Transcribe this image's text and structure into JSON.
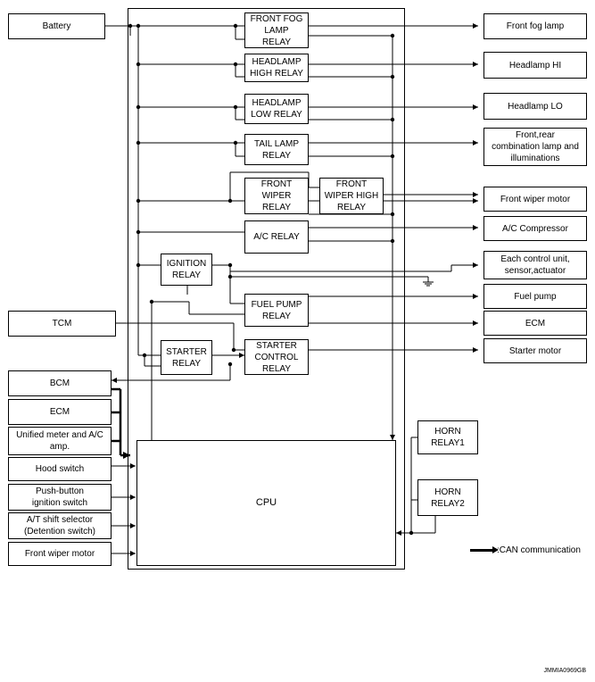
{
  "inputs": {
    "battery": "Battery",
    "tcm": "TCM",
    "bcm": "BCM",
    "ecm": "ECM",
    "meter": "Unified meter and A/C\namp.",
    "hood_switch": "Hood switch",
    "push_button": "Push-button\nignition switch",
    "at_shift": "A/T shift selector\n(Detention switch)",
    "front_wiper_motor_in": "Front wiper motor"
  },
  "relays": {
    "front_fog": "FRONT FOG\nLAMP\nRELAY",
    "headlamp_high": "HEADLAMP\nHIGH RELAY",
    "headlamp_low": "HEADLAMP\nLOW RELAY",
    "tail_lamp": "TAIL LAMP\nRELAY",
    "front_wiper": "FRONT\nWIPER\nRELAY",
    "front_wiper_high": "FRONT\nWIPER HIGH\nRELAY",
    "ac": "A/C RELAY",
    "ignition": "IGNITION\nRELAY",
    "fuel_pump": "FUEL PUMP\nRELAY",
    "starter": "STARTER\nRELAY",
    "starter_control": "STARTER\nCONTROL\nRELAY",
    "horn1": "HORN\nRELAY1",
    "horn2": "HORN\nRELAY2",
    "cpu": "CPU"
  },
  "outputs": {
    "front_fog_lamp": "Front fog lamp",
    "headlamp_hi": "Headlamp HI",
    "headlamp_lo": "Headlamp LO",
    "combination_lamp": "Front,rear\ncombination lamp and\nilluminations",
    "front_wiper_motor": "Front wiper motor",
    "ac_compressor": "A/C Compressor",
    "control_unit": "Each control unit,\nsensor,actuator",
    "fuel_pump": "Fuel pump",
    "ecm": "ECM",
    "starter_motor": "Starter motor"
  },
  "legend": {
    "can": ":CAN communication"
  },
  "figure_code": "JMMIA0969GB"
}
